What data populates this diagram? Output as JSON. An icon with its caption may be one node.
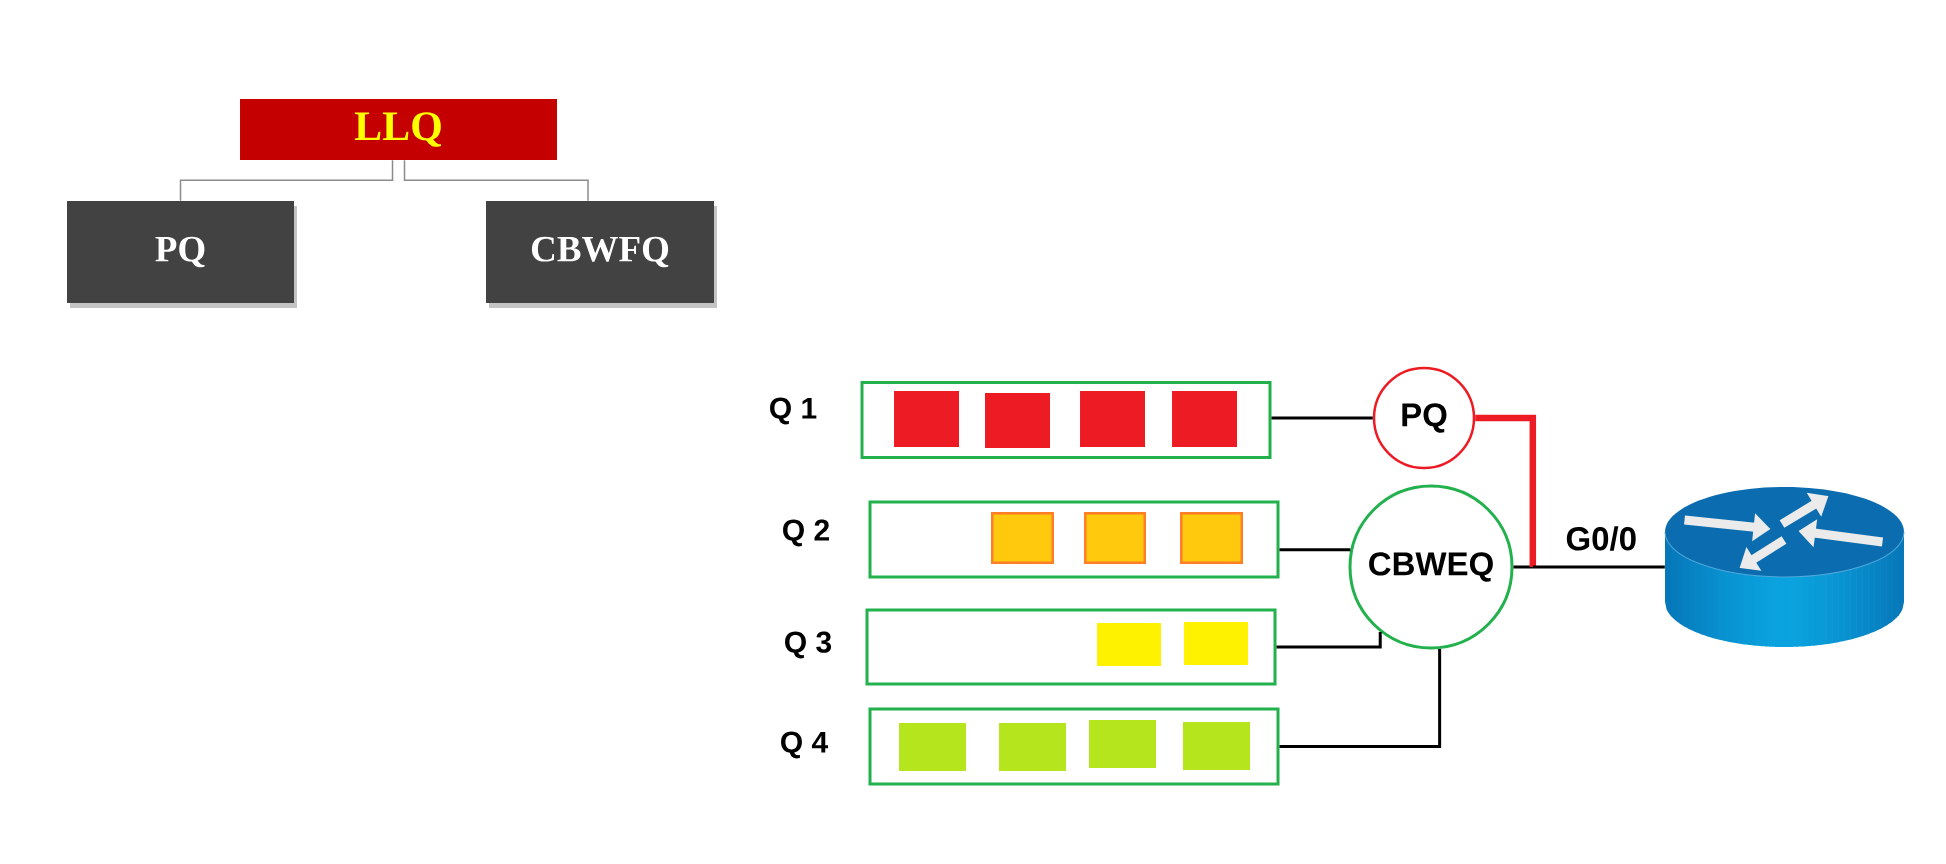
{
  "diagram": {
    "nodes": [
      {
        "text": [
          "LLQ"
        ]
      },
      {
        "text": [
          "PQ"
        ]
      },
      {
        "text": [
          "CBWFQ"
        ]
      },
      {
        "text": [
          "Q 1"
        ]
      },
      {
        "text": [
          "Q 2"
        ]
      },
      {
        "text": [
          "Q 3"
        ]
      },
      {
        "text": [
          "Q 4"
        ]
      },
      {
        "text": [
          "PQ"
        ]
      },
      {
        "text": [
          "CBWEQ"
        ]
      },
      {
        "text": [],
        "shape": "cylinder"
      }
    ],
    "edges": [
      {
        "from": 0,
        "to": 1,
        "arrow": "none",
        "color": "#8c8c8c"
      },
      {
        "from": 0,
        "to": 2,
        "arrow": "none",
        "color": "#8c8c8c"
      },
      {
        "from": 3,
        "to": 7,
        "arrow": "none"
      },
      {
        "from": 4,
        "to": 8,
        "arrow": "none"
      },
      {
        "from": 5,
        "to": 8,
        "arrow": "none"
      },
      {
        "from": 6,
        "to": 8,
        "arrow": "none"
      },
      {
        "from": 8,
        "to": 9,
        "arrow": "none",
        "label": "G0/0"
      },
      {
        "from": 7,
        "to": 9,
        "arrow": "none",
        "style": "thick",
        "color": "#ed1c24"
      }
    ]
  }
}
